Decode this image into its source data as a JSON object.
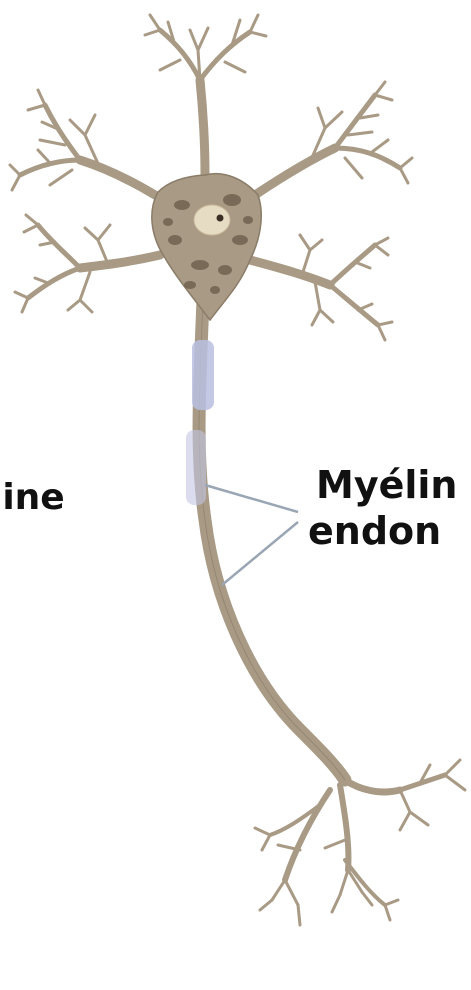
{
  "labels": {
    "left": "line",
    "right_line1": "Myélin",
    "right_line2": "endon"
  },
  "colors": {
    "background": "#ffffff",
    "neuron_fill": "#a89a85",
    "neuron_edge": "#8a7c68",
    "soma_dark_spots": "#6e5d4c",
    "nucleus": "#e6dcc3",
    "nucleolus": "#3a2e25",
    "myelin_highlight": "#b9bfe0",
    "leader_lines": "#9aa6b4",
    "text": "#111111"
  }
}
